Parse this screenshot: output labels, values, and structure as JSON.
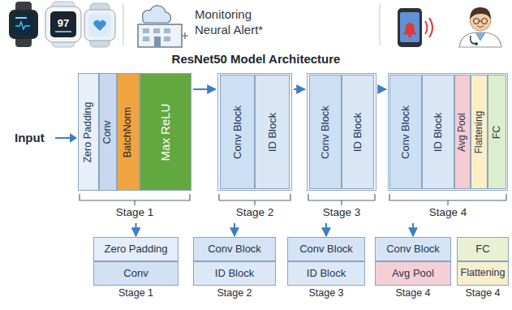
{
  "diagram": {
    "title": "ResNet50 Model Architecture",
    "nodes": [
      {
        "text": [
          "Stage 1"
        ]
      },
      {
        "text": [
          "Zero Padding"
        ],
        "in": 0
      },
      {
        "text": [
          "Conv"
        ],
        "in": 0
      },
      {
        "text": [
          "BatchNorm"
        ],
        "in": 0
      },
      {
        "text": [
          "Max ReLU"
        ],
        "in": 0
      },
      {
        "text": [
          "Stage 2"
        ]
      },
      {
        "text": [
          "Conv Block"
        ],
        "in": 5
      },
      {
        "text": [
          "ID Block"
        ],
        "in": 5
      },
      {
        "text": [
          "Stage 3"
        ]
      },
      {
        "text": [
          "Conv Block"
        ],
        "in": 8
      },
      {
        "text": [
          "ID Block"
        ],
        "in": 8
      },
      {
        "text": [
          "Stage 4"
        ]
      },
      {
        "text": [
          "Conv Block"
        ],
        "in": 11
      },
      {
        "text": [
          "ID Block"
        ],
        "in": 11
      },
      {
        "text": [
          "Avg Pool"
        ],
        "in": 11
      },
      {
        "text": [
          "Flattening"
        ],
        "in": 11
      },
      {
        "text": [
          "FC"
        ],
        "in": 11
      },
      {
        "text": [
          "Stage 1"
        ]
      },
      {
        "text": [
          "Zero Padding"
        ],
        "in": 17
      },
      {
        "text": [
          "Conv"
        ],
        "in": 17
      },
      {
        "text": [
          "Stage 2"
        ]
      },
      {
        "text": [
          "Conv Block"
        ],
        "in": 20
      },
      {
        "text": [
          "ID Block"
        ],
        "in": 20
      },
      {
        "text": [
          "Stage 3"
        ]
      },
      {
        "text": [
          "Conv Block"
        ],
        "in": 23
      },
      {
        "text": [
          "ID Block"
        ],
        "in": 23
      },
      {
        "text": [
          "Stage 4"
        ]
      },
      {
        "text": [
          "Conv Block"
        ],
        "in": 26
      },
      {
        "text": [
          "Avg Pool"
        ],
        "in": 26
      },
      {
        "text": [
          "Stage 4"
        ]
      },
      {
        "text": [
          "FC"
        ],
        "in": 29
      },
      {
        "text": [
          "Flattening"
        ],
        "in": 29
      }
    ],
    "edges": [
      {
        "from": 0,
        "to": 5,
        "arrow": "to"
      },
      {
        "from": 5,
        "to": 8,
        "arrow": "to"
      },
      {
        "from": 8,
        "to": 11,
        "arrow": "to"
      },
      {
        "from": 0,
        "to": 17,
        "arrow": "to"
      },
      {
        "from": 5,
        "to": 20,
        "arrow": "to"
      },
      {
        "from": 8,
        "to": 23,
        "arrow": "to"
      },
      {
        "from": 11,
        "to": 26,
        "arrow": "to"
      }
    ],
    "labels": [
      "Input",
      "Monitoring Neural Alert*",
      "97"
    ]
  }
}
